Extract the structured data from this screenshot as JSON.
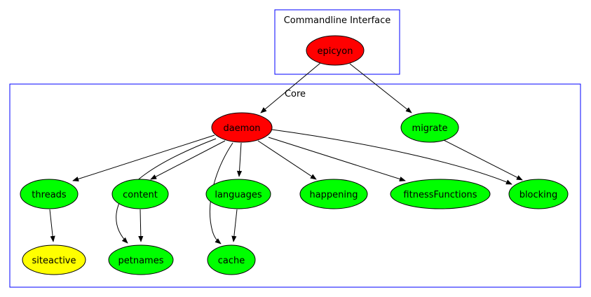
{
  "diagram": {
    "type": "dependency-graph",
    "colors": {
      "cluster_border": "#0000ff",
      "edge": "#000000",
      "node_border": "#000000",
      "background": "#ffffff"
    },
    "clusters": {
      "cli": {
        "label": "Commandline Interface"
      },
      "core": {
        "label": "Core"
      }
    },
    "nodes": {
      "epicyon": {
        "label": "epicyon",
        "color": "#ff0000"
      },
      "daemon": {
        "label": "daemon",
        "color": "#ff0000"
      },
      "migrate": {
        "label": "migrate",
        "color": "#00ff00"
      },
      "threads": {
        "label": "threads",
        "color": "#00ff00"
      },
      "content": {
        "label": "content",
        "color": "#00ff00"
      },
      "languages": {
        "label": "languages",
        "color": "#00ff00"
      },
      "happening": {
        "label": "happening",
        "color": "#00ff00"
      },
      "fitnessFunctions": {
        "label": "fitnessFunctions",
        "color": "#00ff00"
      },
      "blocking": {
        "label": "blocking",
        "color": "#00ff00"
      },
      "siteactive": {
        "label": "siteactive",
        "color": "#ffff00"
      },
      "petnames": {
        "label": "petnames",
        "color": "#00ff00"
      },
      "cache": {
        "label": "cache",
        "color": "#00ff00"
      }
    },
    "edges": [
      {
        "from": "epicyon",
        "to": "daemon"
      },
      {
        "from": "epicyon",
        "to": "migrate"
      },
      {
        "from": "daemon",
        "to": "threads"
      },
      {
        "from": "daemon",
        "to": "content"
      },
      {
        "from": "daemon",
        "to": "petnames"
      },
      {
        "from": "daemon",
        "to": "languages"
      },
      {
        "from": "daemon",
        "to": "cache"
      },
      {
        "from": "daemon",
        "to": "happening"
      },
      {
        "from": "daemon",
        "to": "fitnessFunctions"
      },
      {
        "from": "daemon",
        "to": "blocking"
      },
      {
        "from": "migrate",
        "to": "blocking"
      },
      {
        "from": "threads",
        "to": "siteactive"
      },
      {
        "from": "content",
        "to": "petnames"
      },
      {
        "from": "languages",
        "to": "cache"
      }
    ]
  }
}
